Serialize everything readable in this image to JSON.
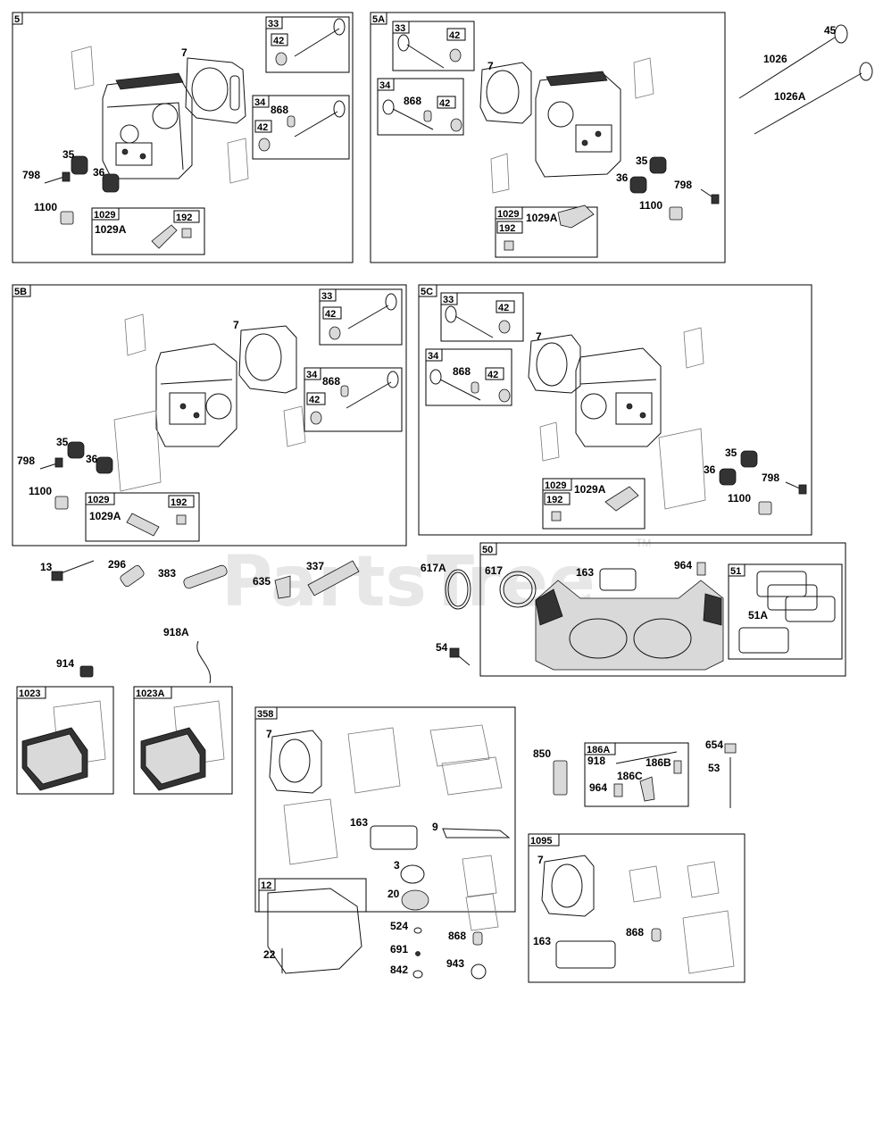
{
  "watermark": {
    "text": "PartsTree",
    "tm": "TM"
  },
  "groups": {
    "g5": "5",
    "g5a": "5A",
    "g5b": "5B",
    "g5c": "5C",
    "g50": "50",
    "g51": "51",
    "g358": "358",
    "g12": "12",
    "g1095": "1095",
    "g1023": "1023",
    "g1023a": "1023A",
    "g186a": "186A",
    "g33": "33",
    "g34": "34",
    "g42": "42",
    "g1029": "1029",
    "g192": "192"
  },
  "labels": {
    "p3": "3",
    "p7": "7",
    "p9": "9",
    "p13": "13",
    "p20": "20",
    "p22": "22",
    "p35": "35",
    "p36": "36",
    "p45": "45",
    "p51a": "51A",
    "p53": "53",
    "p54": "54",
    "p163": "163",
    "p186b": "186B",
    "p186c": "186C",
    "p296": "296",
    "p337": "337",
    "p383": "383",
    "p524": "524",
    "p617": "617",
    "p617a": "617A",
    "p635": "635",
    "p654": "654",
    "p691": "691",
    "p798": "798",
    "p842": "842",
    "p850": "850",
    "p868": "868",
    "p914": "914",
    "p918": "918",
    "p918a": "918A",
    "p943": "943",
    "p964": "964",
    "p1026": "1026",
    "p1026a": "1026A",
    "p1029a": "1029A",
    "p1100": "1100"
  }
}
